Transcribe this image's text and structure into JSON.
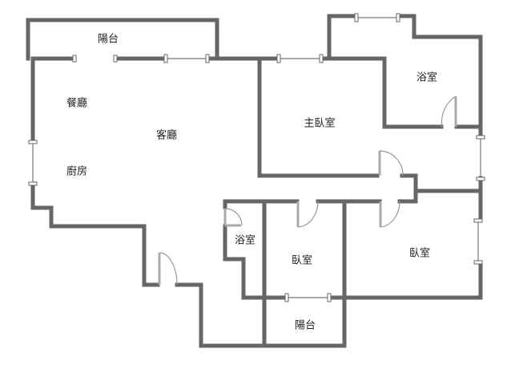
{
  "floor_plan": {
    "rooms": {
      "balcony_top": "陽台",
      "dining": "餐廳",
      "living": "客廳",
      "kitchen": "廚房",
      "master_bedroom": "主臥室",
      "master_bath": "浴室",
      "bath": "浴室",
      "bedroom_1": "臥室",
      "bedroom_2": "臥室",
      "balcony_bottom": "陽台"
    },
    "colors": {
      "wall": "#666666",
      "door": "#999999"
    }
  }
}
